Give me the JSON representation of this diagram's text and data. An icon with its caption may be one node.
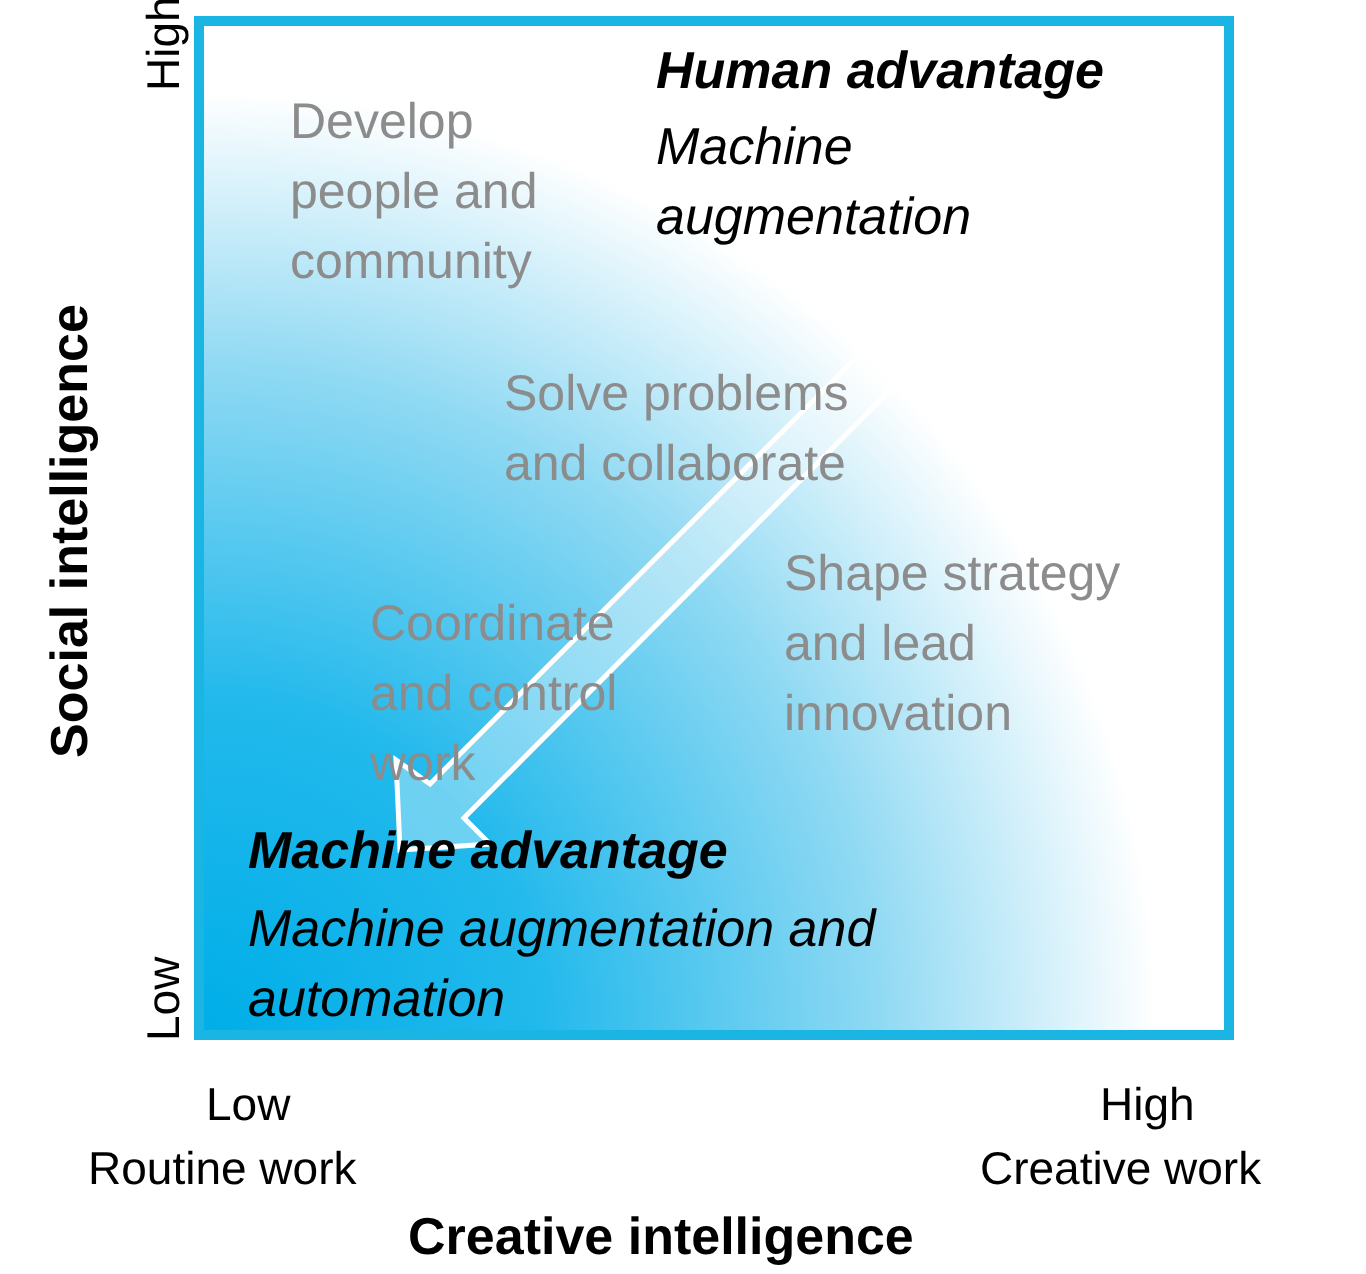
{
  "diagram": {
    "labels": [
      "High",
      "Human advantage",
      "Machine augmentation",
      "Develop people and community",
      "Solve problems and collaborate",
      "Social intelligence",
      "Coordinate and control work",
      "Shape strategy and lead innovation",
      "Machine advantage",
      "Machine augmentation and automation",
      "Low",
      "Low",
      "High",
      "Routine work",
      "Creative work",
      "Creative intelligence"
    ]
  }
}
